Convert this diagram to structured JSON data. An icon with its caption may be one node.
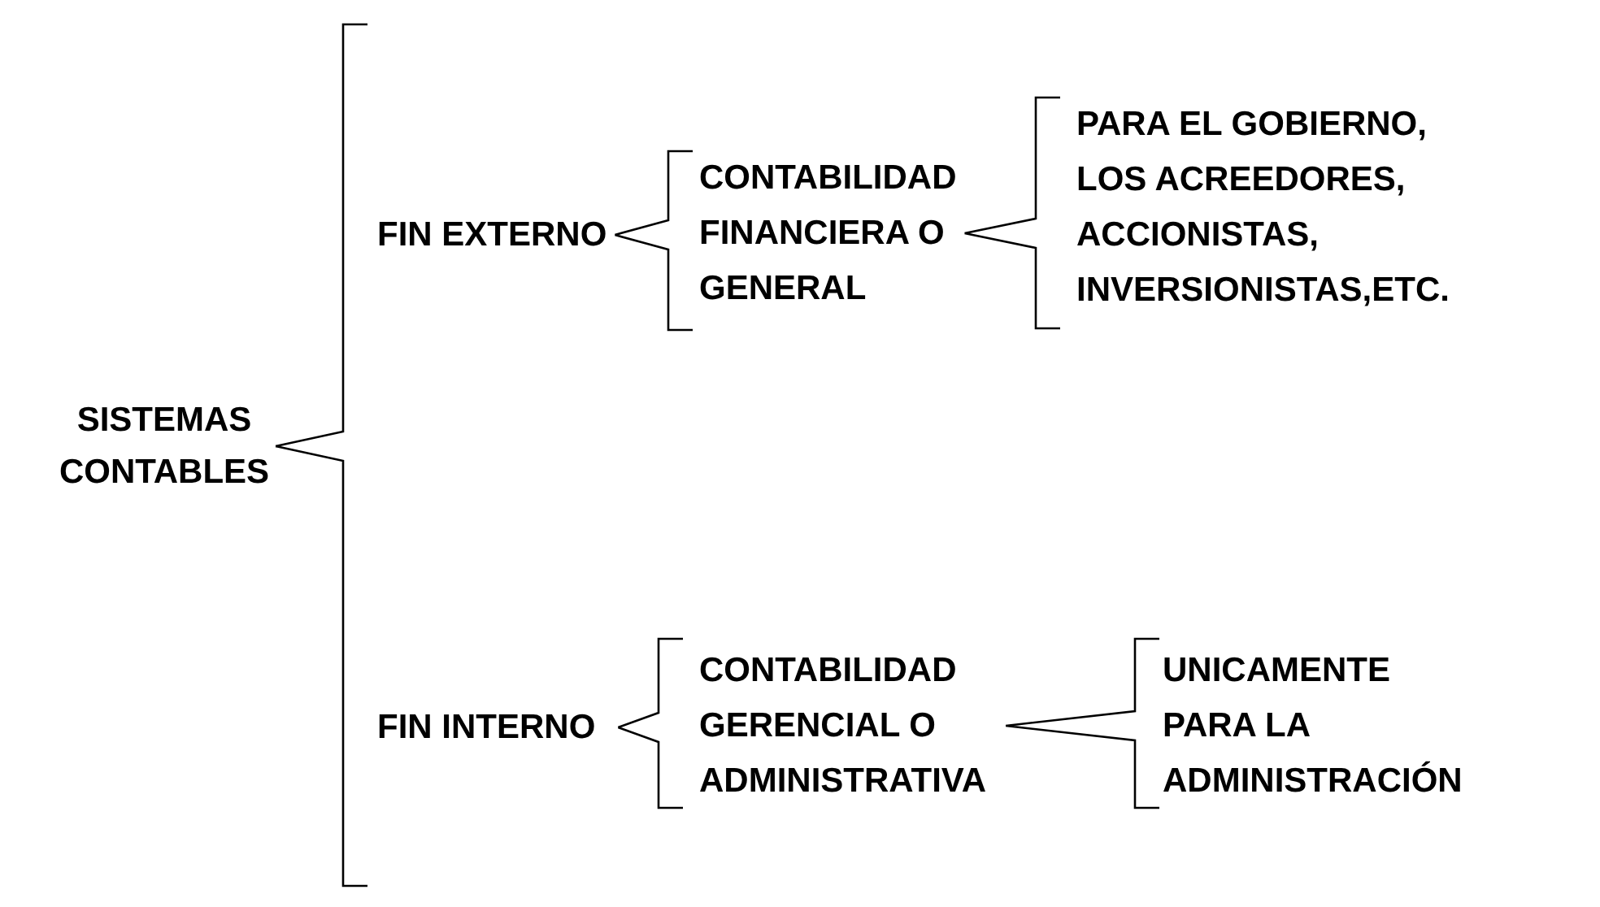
{
  "diagram": {
    "nodes": [
      {
        "text": [
          "SISTEMAS CONTABLES"
        ]
      },
      {
        "text": [
          "FIN EXTERNO"
        ]
      },
      {
        "text": [
          "CONTABILIDAD FINANCIERA O GENERAL"
        ]
      },
      {
        "text": [
          "PARA EL GOBIERNO, LOS ACREEDORES, ACCIONISTAS, INVERSIONISTAS,ETC."
        ]
      },
      {
        "text": [
          "FIN INTERNO"
        ]
      },
      {
        "text": [
          "CONTABILIDAD GERENCIAL O ADMINISTRATIVA"
        ]
      },
      {
        "text": [
          "UNICAMENTE PARA LA ADMINISTRACIÓN"
        ]
      }
    ],
    "edges": [
      {
        "from": 0,
        "to": 1,
        "arrow": "none"
      },
      {
        "from": 0,
        "to": 4,
        "arrow": "none"
      },
      {
        "from": 1,
        "to": 2,
        "arrow": "none"
      },
      {
        "from": 2,
        "to": 3,
        "arrow": "none"
      },
      {
        "from": 4,
        "to": 5,
        "arrow": "none"
      },
      {
        "from": 5,
        "to": 6,
        "arrow": "none"
      }
    ]
  }
}
